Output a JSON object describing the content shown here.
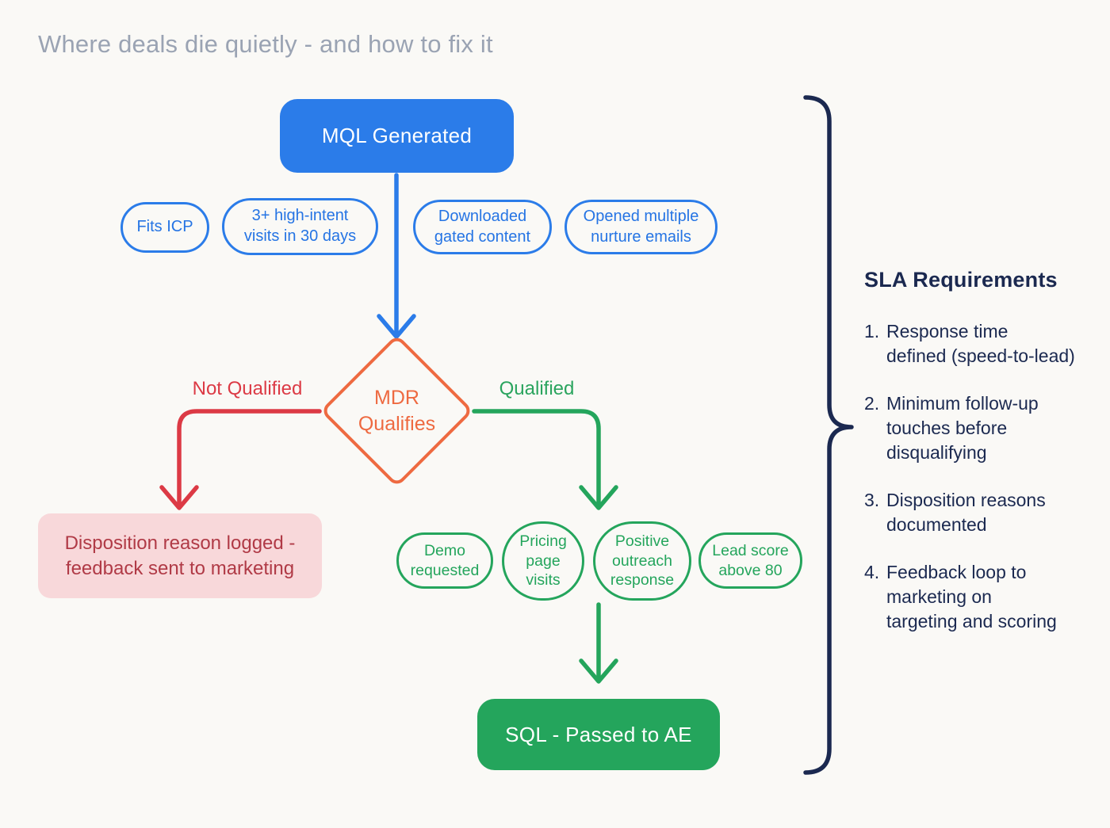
{
  "title": "Where deals die quietly - and how to fix it",
  "flow": {
    "start": {
      "label": "MQL Generated"
    },
    "mql_signals": [
      {
        "label": "Fits ICP"
      },
      {
        "label": "3+ high-intent\nvisits in 30 days"
      },
      {
        "label": "Downloaded\ngated content"
      },
      {
        "label": "Opened multiple\nnurture emails"
      }
    ],
    "decision": {
      "line1": "MDR",
      "line2": "Qualifies"
    },
    "branch_no": {
      "label": "Not Qualified"
    },
    "branch_yes": {
      "label": "Qualified"
    },
    "disposition": {
      "label": "Disposition reason logged -\nfeedback sent to marketing"
    },
    "sql_signals": [
      {
        "label": "Demo\nrequested"
      },
      {
        "label": "Pricing\npage\nvisits"
      },
      {
        "label": "Positive\noutreach\nresponse"
      },
      {
        "label": "Lead score\nabove 80"
      }
    ],
    "end": {
      "label": "SQL - Passed to AE"
    }
  },
  "sla": {
    "heading": "SLA Requirements",
    "items": [
      {
        "num": "1.",
        "text": "Response time\ndefined (speed-to-lead)"
      },
      {
        "num": "2.",
        "text": "Minimum follow-up\ntouches before\ndisqualifying"
      },
      {
        "num": "3.",
        "text": "Disposition reasons\ndocumented"
      },
      {
        "num": "4.",
        "text": "Feedback loop to\nmarketing on\ntargeting and scoring"
      }
    ]
  },
  "colors": {
    "blue": "#2b7ce9",
    "orange": "#ee6a41",
    "red": "#dc3a45",
    "pink-bg": "#f8d8da",
    "pink-text": "#b03a46",
    "green": "#24a55c",
    "navy": "#1b2950",
    "title-gray": "#9aa3b3",
    "bg": "#faf9f6"
  }
}
